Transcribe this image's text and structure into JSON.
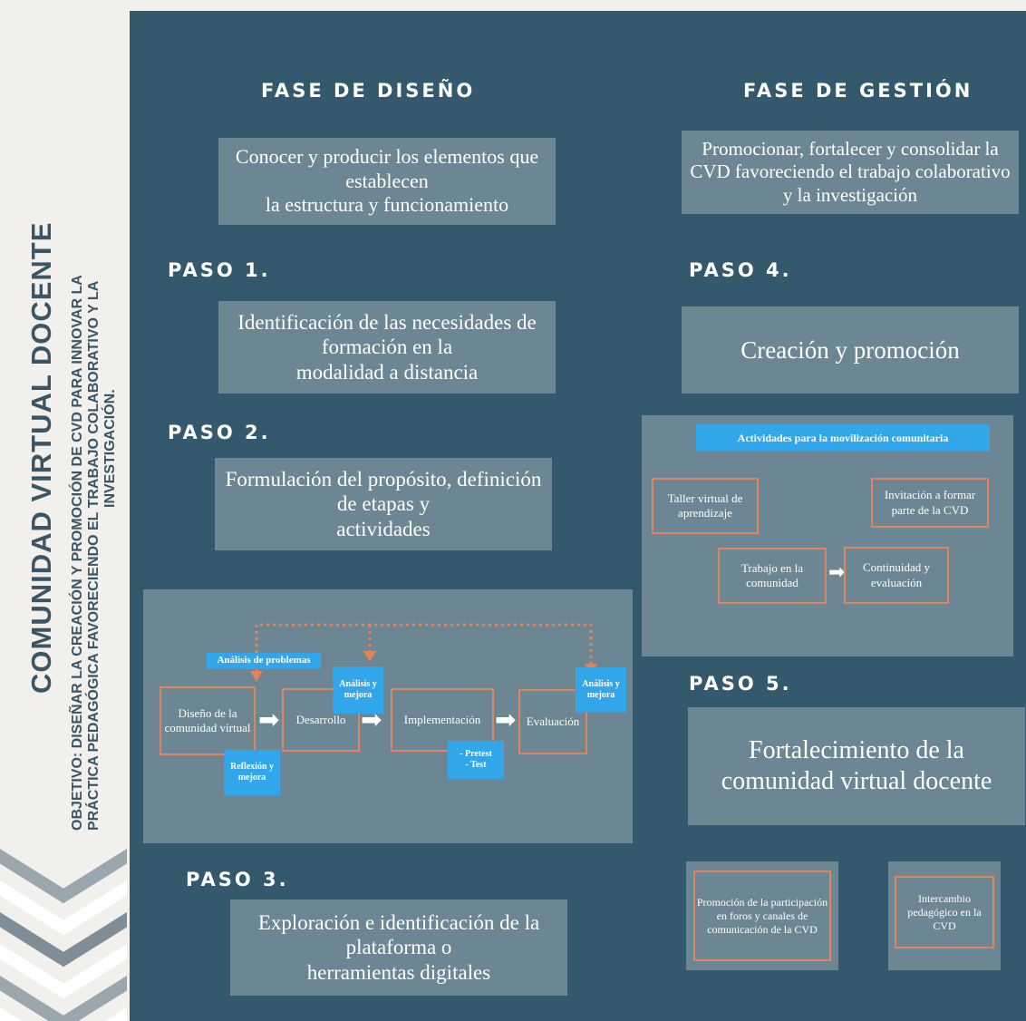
{
  "sidebar": {
    "title": "COMUNIDAD VIRTUAL DOCENTE",
    "objective_line1": "OBJETIVO: DISEÑAR LA CREACIÓN Y PROMOCIÓN DE CVD PARA INNOVAR LA",
    "objective_line2": "PRÁCTICA PEDAGÓGICA FAVORECIENDO EL TRABAJO COLABORATIVO Y LA",
    "objective_line3": "INVESTIGACIÓN."
  },
  "design": {
    "heading": "FASE DE DISEÑO",
    "summary": "Conocer y producir los elementos que establecen\nla estructura y funcionamiento",
    "step1": {
      "label": "PASO 1.",
      "text": "Identificación de las necesidades de formación en la\nmodalidad a distancia"
    },
    "step2": {
      "label": "PASO 2.",
      "text": "Formulación del propósito, definición de etapas y\nactividades"
    },
    "step3": {
      "label": "PASO 3.",
      "text": "Exploración e identificación de la plataforma o\nherramientas digitales"
    },
    "process": {
      "analysis_label": "Análisis de problemas",
      "stage1": "Diseño de la comunidad virtual",
      "stage2": "Desarrollo",
      "stage3": "Implementación",
      "stage4": "Evaluación",
      "improve1": "Análisis y mejora",
      "improve2": "Análisis y mejora",
      "reflection": "Reflexión y mejora",
      "tests": "- Pretest\n- Test"
    }
  },
  "management": {
    "heading": "FASE DE GESTIÓN",
    "summary": "Promocionar, fortalecer y consolidar  la CVD favoreciendo el trabajo colaborativo y la investigación",
    "step4": {
      "label": "PASO 4.",
      "text": "Creación y promoción"
    },
    "activities": {
      "title": "Actividades para la movilización comunitaria",
      "item1": "Taller virtual de aprendizaje",
      "item2": "Invitación a formar parte de la CVD",
      "item3": "Trabajo en la comunidad",
      "item4": "Continuidad y evaluación"
    },
    "step5": {
      "label": "PASO 5.",
      "text": "Fortalecimiento de la comunidad  virtual docente"
    },
    "sub1": "Promoción de la participación en foros y canales de comunicación de la CVD",
    "sub2": "Intercambio pedagógico en la CVD"
  },
  "colors": {
    "background": "#35596c",
    "box": "#6c8693",
    "accent_orange": "#e0845a",
    "accent_blue": "#31a6ea",
    "sidebar": "#f1f0ec",
    "sidebar_text": "#3a5566"
  }
}
